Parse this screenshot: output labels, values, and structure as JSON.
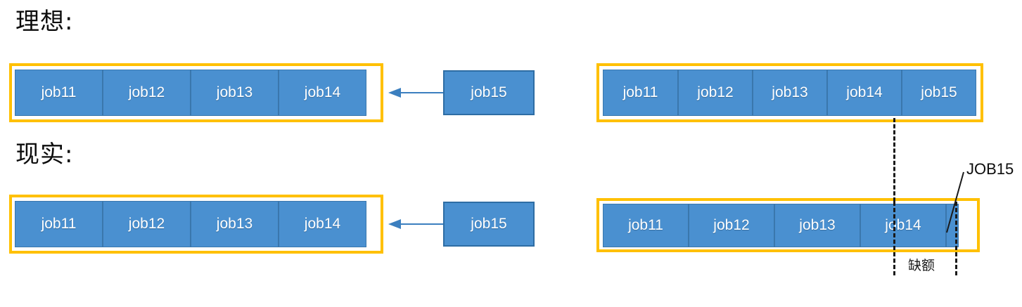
{
  "colors": {
    "job_fill": "#4a90d0",
    "job_border": "#3a77ad",
    "frame_border": "#ffc000",
    "arrow": "#3b7fbf",
    "dash": "#1a1a1a",
    "background": "#ffffff",
    "text_dark": "#0d0d0d"
  },
  "sections": {
    "ideal": {
      "title": "理想:",
      "before": {
        "queue_jobs": [
          "job11",
          "job12",
          "job13",
          "job14"
        ],
        "incoming_job": "job15"
      },
      "after": {
        "queue_jobs": [
          "job11",
          "job12",
          "job13",
          "job14",
          "job15"
        ]
      }
    },
    "reality": {
      "title": "现实:",
      "before": {
        "queue_jobs": [
          "job11",
          "job12",
          "job13",
          "job14"
        ],
        "incoming_job": "job15"
      },
      "after": {
        "queue_jobs": [
          "job11",
          "job12",
          "job13",
          "job14"
        ],
        "truncated_job": "job15",
        "callout_label": "JOB15",
        "gap_label": "缺额"
      }
    }
  }
}
